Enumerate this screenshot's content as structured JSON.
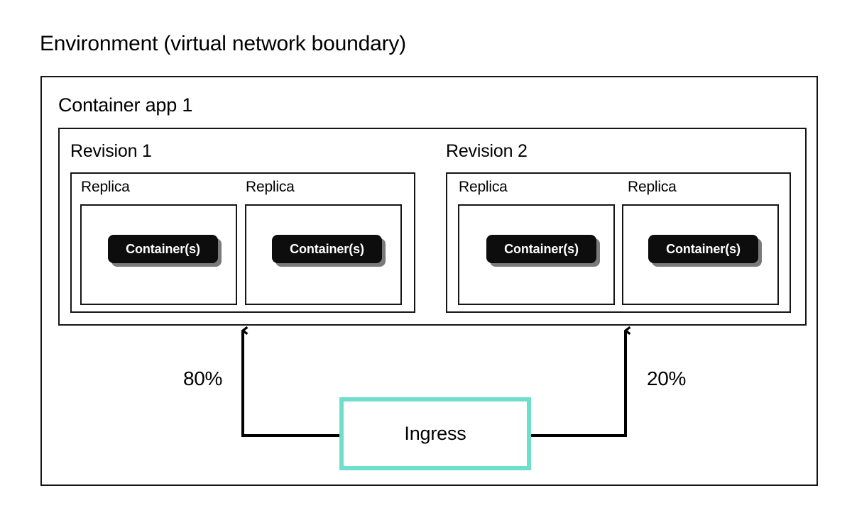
{
  "title": "Environment (virtual network boundary)",
  "environment": {
    "label": "Environment (virtual network boundary)",
    "container_app": {
      "label": "Container app 1",
      "revisions": [
        {
          "label": "Revision 1",
          "traffic_percent": "80%",
          "replicas": [
            {
              "label": "Replica",
              "container": "Container(s)"
            },
            {
              "label": "Replica",
              "container": "Container(s)"
            }
          ]
        },
        {
          "label": "Revision 2",
          "traffic_percent": "20%",
          "replicas": [
            {
              "label": "Replica",
              "container": "Container(s)"
            },
            {
              "label": "Replica",
              "container": "Container(s)"
            }
          ]
        }
      ]
    },
    "ingress": {
      "label": "Ingress"
    }
  },
  "colors": {
    "ingress_border": "#6fdfcd",
    "box_border": "#151515",
    "container_fill": "#0d0d0d",
    "container_text": "#ffffff",
    "container_shadow": "#737373",
    "background": "#ffffff",
    "text": "#000000"
  }
}
